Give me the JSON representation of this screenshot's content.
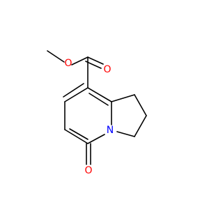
{
  "molecule": {
    "atoms": {
      "ester_oxygen": "O",
      "carbonyl_oxygen": "O",
      "ring_nitrogen": "N",
      "ketone_oxygen": "O"
    },
    "colors": {
      "bond": "#000000",
      "oxygen": "#ff0000",
      "nitrogen": "#0000ff"
    }
  }
}
